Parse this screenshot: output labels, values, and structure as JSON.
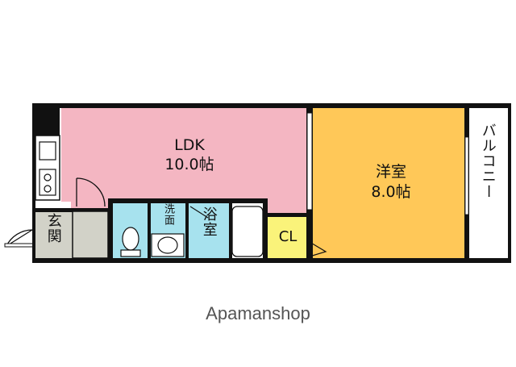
{
  "floorplan": {
    "rooms": {
      "ldk": {
        "name": "LDK",
        "size": "10.0帖"
      },
      "western": {
        "name": "洋室",
        "size": "8.0帖"
      },
      "balcony": {
        "name": "バルコニー"
      },
      "entrance": {
        "name": "玄関"
      },
      "washroom": {
        "name": "洗面"
      },
      "bath": {
        "name": "浴室"
      },
      "closet": {
        "name": "CL"
      }
    },
    "colors": {
      "ldk": "#F4B6C2",
      "western": "#FFC858",
      "wet_area": "#A7E2EE",
      "closet": "#FAF37A",
      "entrance": "#D2D2C8",
      "walls": "#111111"
    }
  },
  "watermark": "Apamanshop"
}
